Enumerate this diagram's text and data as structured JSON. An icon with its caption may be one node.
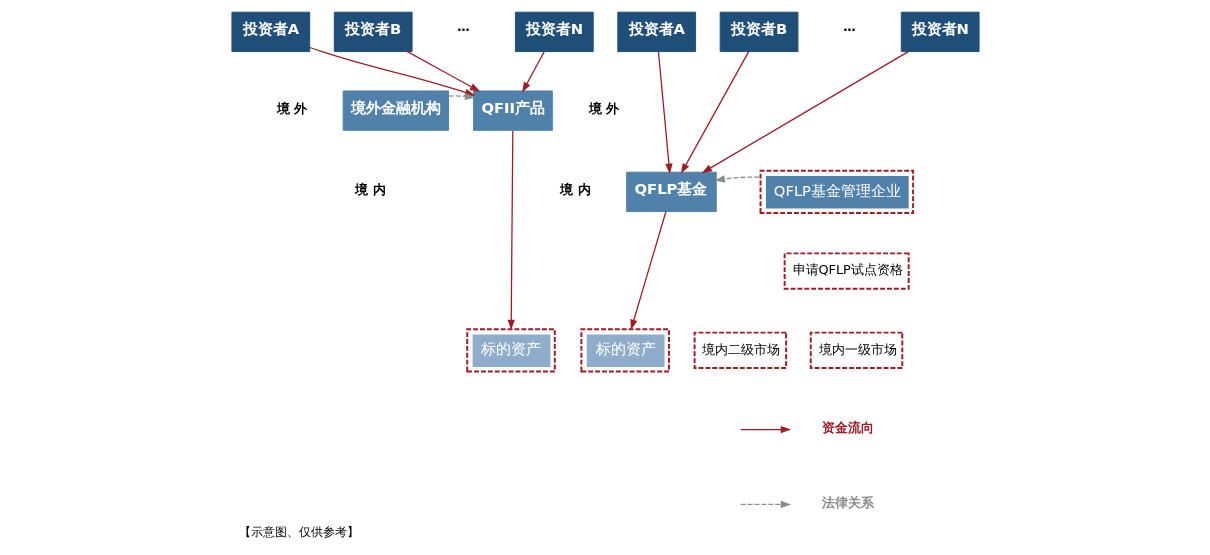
{
  "diagram": {
    "caption": "【示意图、仅供参考】",
    "nodes": [
      {
        "text": [
          "投资者A"
        ]
      },
      {
        "text": [
          "投资者B"
        ]
      },
      {
        "text": [
          "投资者N"
        ]
      },
      {
        "text": [
          "境外金融机构"
        ]
      },
      {
        "text": [
          "QFII产品"
        ]
      },
      {
        "text": [
          "标的资产"
        ]
      },
      {
        "text": [
          "境内二级市场"
        ]
      },
      {
        "text": [
          "投资者A"
        ]
      },
      {
        "text": [
          "投资者B"
        ]
      },
      {
        "text": [
          "投资者N"
        ]
      },
      {
        "text": [
          "QFLP基金"
        ]
      },
      {
        "text": [
          "QFLP基金管理企业"
        ]
      },
      {
        "text": [
          "申请QFLP试点资格"
        ]
      },
      {
        "text": [
          "标的资产"
        ]
      },
      {
        "text": [
          "境内一级市场"
        ]
      }
    ],
    "edges": [
      {
        "from": 0,
        "to": 4,
        "arrow": "to"
      },
      {
        "from": 1,
        "to": 4,
        "arrow": "to"
      },
      {
        "from": 2,
        "to": 4,
        "arrow": "to"
      },
      {
        "from": 3,
        "to": 4,
        "arrow": "to",
        "style": "dashed",
        "color": "#8c8c8c"
      },
      {
        "from": 4,
        "to": 5,
        "arrow": "to"
      },
      {
        "from": 7,
        "to": 10,
        "arrow": "to"
      },
      {
        "from": 8,
        "to": 10,
        "arrow": "to"
      },
      {
        "from": 9,
        "to": 10,
        "arrow": "to"
      },
      {
        "from": 11,
        "to": 10,
        "arrow": "to",
        "style": "dashed",
        "color": "#8c8c8c"
      },
      {
        "from": 10,
        "to": 13,
        "arrow": "to"
      }
    ],
    "labels": [
      "⋯",
      "⋯",
      "境 外",
      "境 内",
      "境 外",
      "境 内"
    ],
    "legend": [
      {
        "text": "资金流向"
      },
      {
        "text": "法律关系"
      }
    ]
  }
}
